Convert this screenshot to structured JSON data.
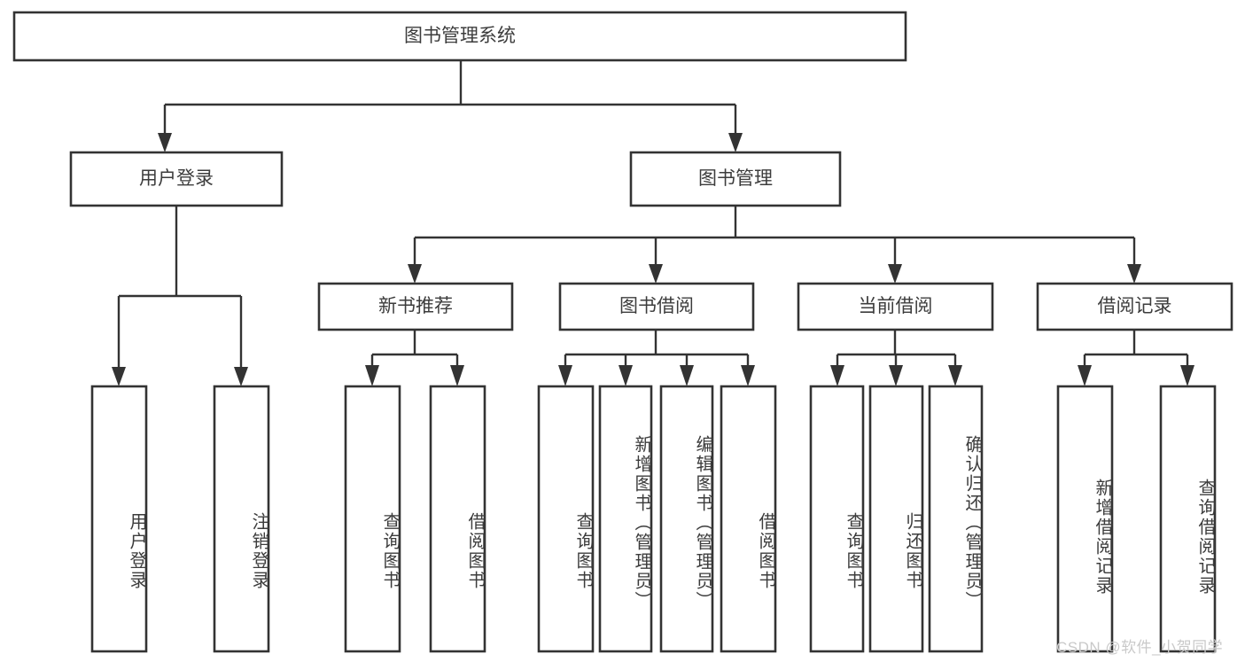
{
  "diagram": {
    "title": "图书管理系统",
    "type": "tree-hierarchy-chart",
    "root": {
      "label": "图书管理系统"
    },
    "level2": [
      {
        "label": "用户登录"
      },
      {
        "label": "图书管理"
      }
    ],
    "level3": [
      {
        "label": "新书推荐"
      },
      {
        "label": "图书借阅"
      },
      {
        "label": "当前借阅"
      },
      {
        "label": "借阅记录"
      }
    ],
    "leaves": {
      "user_login": [
        {
          "label": "用户登录"
        },
        {
          "label": "注销登录"
        }
      ],
      "new_book_recommend": [
        {
          "label": "查询图书"
        },
        {
          "label": "借阅图书"
        }
      ],
      "book_borrow": [
        {
          "label": "查询图书"
        },
        {
          "label": "新增图书（管理员）"
        },
        {
          "label": "编辑图书（管理员）"
        },
        {
          "label": "借阅图书"
        }
      ],
      "current_borrow": [
        {
          "label": "查询图书"
        },
        {
          "label": "归还图书"
        },
        {
          "label": "确认归还（管理员）"
        }
      ],
      "borrow_record": [
        {
          "label": "新增借阅记录"
        },
        {
          "label": "查询借阅记录"
        }
      ]
    }
  },
  "watermark": {
    "text": "CSDN @软件_小贺同学"
  },
  "colors": {
    "box_stroke": "#333333",
    "box_fill": "#ffffff",
    "text": "#3c3c3c",
    "watermark": "#c9c9c9",
    "background": "#ffffff"
  }
}
